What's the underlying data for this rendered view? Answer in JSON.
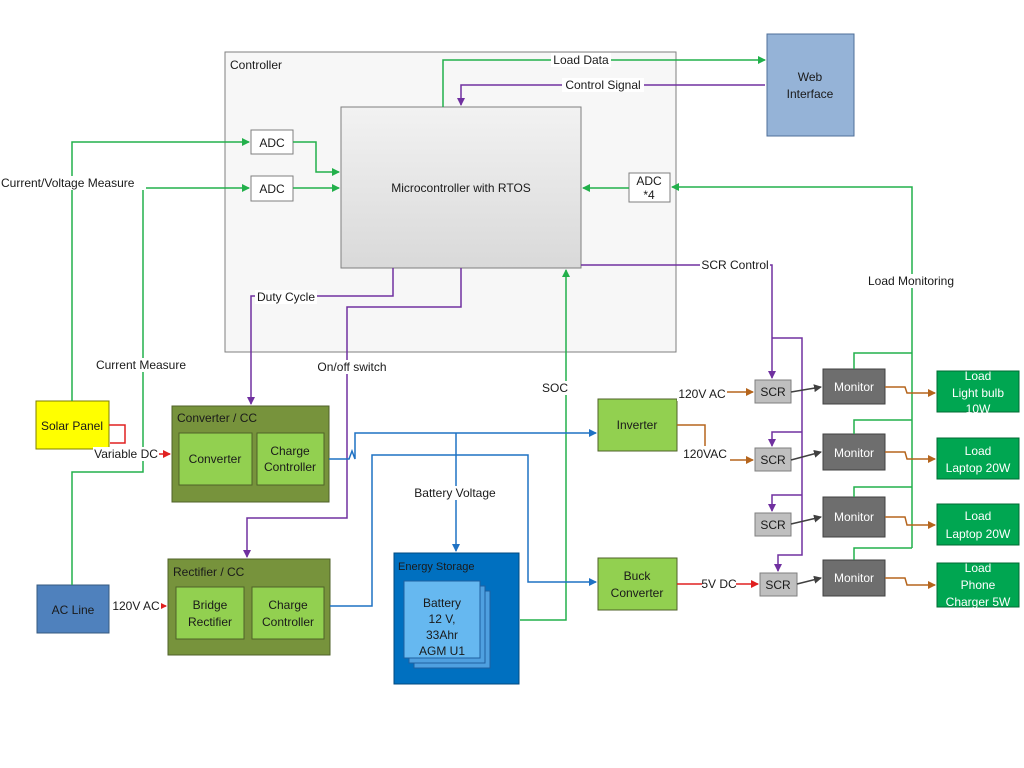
{
  "colors": {
    "green_wire": "#22b04b",
    "purple_wire": "#7030a0",
    "blue_wire": "#1f72c4",
    "red_wire": "#e02020",
    "brown_wire": "#b5651d",
    "gray_wire": "#404040",
    "olive_block": "#77933c",
    "bright_green": "#92d050",
    "dark_green_load": "#00a651",
    "steel_blue": "#4f81bd",
    "light_blue": "#95b3d7",
    "deep_blue": "#0070c0",
    "yellow": "#ffff00",
    "monitor_gray": "#6e6e6e",
    "scr_gray": "#bfbfbf"
  },
  "blocks": {
    "controller": "Controller",
    "web_interface": [
      "Web",
      "Interface"
    ],
    "adc_1": "ADC",
    "adc_2": "ADC",
    "adc_4": [
      "ADC",
      "*4"
    ],
    "microcontroller": "Microcontroller with RTOS",
    "solar_panel": "Solar Panel",
    "ac_line": "AC Line",
    "converter_cc": "Converter / CC",
    "converter": "Converter",
    "charge_controller_1": [
      "Charge",
      "Controller"
    ],
    "rectifier_cc": "Rectifier / CC",
    "bridge_rectifier": [
      "Bridge",
      "Rectifier"
    ],
    "charge_controller_2": [
      "Charge",
      "Controller"
    ],
    "energy_storage": "Energy Storage",
    "battery": [
      "Battery",
      "12 V,",
      "33Ahr",
      "AGM U1"
    ],
    "inverter": "Inverter",
    "buck_converter": [
      "Buck",
      "Converter"
    ],
    "scr_1": "SCR",
    "scr_2": "SCR",
    "scr_3": "SCR",
    "scr_4": "SCR",
    "monitor_1": "Monitor",
    "monitor_2": "Monitor",
    "monitor_3": "Monitor",
    "monitor_4": "Monitor",
    "load_1": [
      "Load",
      "Light bulb",
      "10W"
    ],
    "load_2": [
      "Load",
      "Laptop 20W"
    ],
    "load_3": [
      "Load",
      "Laptop 20W"
    ],
    "load_4": [
      "Load",
      "Phone",
      "Charger 5W"
    ]
  },
  "labels": {
    "load_data": "Load Data",
    "control_signal": "Control Signal",
    "current_voltage_measure": "Current/Voltage Measure",
    "current_measure": "Current Measure",
    "duty_cycle": "Duty Cycle",
    "on_off_switch": "On/off switch",
    "scr_control": "SCR Control",
    "load_monitoring": "Load Monitoring",
    "soc": "SOC",
    "battery_voltage": "Battery Voltage",
    "variable_dc": "Variable DC",
    "ac_120v_rect": "120V AC",
    "ac_120v_inv_a": "120V AC",
    "ac_120v_inv_b": "120VAC",
    "dc_5v": "5V DC"
  }
}
